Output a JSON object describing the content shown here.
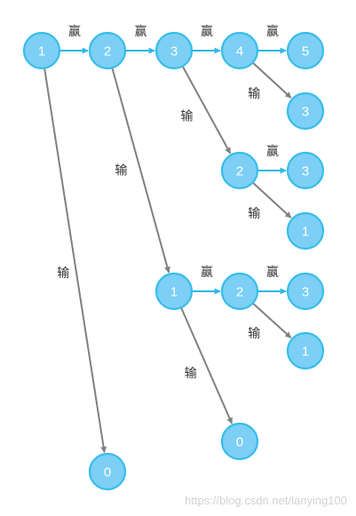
{
  "diagram": {
    "colors": {
      "node_fill": "#7dcff5",
      "node_stroke": "#37bde9",
      "win_edge": "#2cb8e6",
      "lose_edge": "#808080",
      "node_text": "#ffffff",
      "label_text": "#333333"
    },
    "nodes": [
      {
        "id": "n1",
        "label": "1"
      },
      {
        "id": "n2",
        "label": "2"
      },
      {
        "id": "n3",
        "label": "3"
      },
      {
        "id": "n4",
        "label": "4"
      },
      {
        "id": "n5",
        "label": "5"
      },
      {
        "id": "n6",
        "label": "3"
      },
      {
        "id": "n7",
        "label": "2"
      },
      {
        "id": "n8",
        "label": "3"
      },
      {
        "id": "n9",
        "label": "1"
      },
      {
        "id": "n10",
        "label": "1"
      },
      {
        "id": "n11",
        "label": "2"
      },
      {
        "id": "n12",
        "label": "3"
      },
      {
        "id": "n13",
        "label": "1"
      },
      {
        "id": "n14",
        "label": "0"
      },
      {
        "id": "n15",
        "label": "0"
      }
    ],
    "edges": [
      {
        "from": "n1",
        "to": "n2",
        "kind": "win",
        "label": "赢"
      },
      {
        "from": "n2",
        "to": "n3",
        "kind": "win",
        "label": "赢"
      },
      {
        "from": "n3",
        "to": "n4",
        "kind": "win",
        "label": "赢"
      },
      {
        "from": "n4",
        "to": "n5",
        "kind": "win",
        "label": "赢"
      },
      {
        "from": "n4",
        "to": "n6",
        "kind": "lose",
        "label": "输"
      },
      {
        "from": "n3",
        "to": "n7",
        "kind": "lose",
        "label": "输"
      },
      {
        "from": "n7",
        "to": "n8",
        "kind": "win",
        "label": "赢"
      },
      {
        "from": "n7",
        "to": "n9",
        "kind": "lose",
        "label": "输"
      },
      {
        "from": "n2",
        "to": "n10",
        "kind": "lose",
        "label": "输"
      },
      {
        "from": "n10",
        "to": "n11",
        "kind": "win",
        "label": "赢"
      },
      {
        "from": "n11",
        "to": "n12",
        "kind": "win",
        "label": "赢"
      },
      {
        "from": "n11",
        "to": "n13",
        "kind": "lose",
        "label": "输"
      },
      {
        "from": "n10",
        "to": "n14",
        "kind": "lose",
        "label": "输"
      },
      {
        "from": "n1",
        "to": "n15",
        "kind": "lose",
        "label": "输"
      }
    ]
  },
  "watermark": "https://blog.csdn.net/lanying100"
}
